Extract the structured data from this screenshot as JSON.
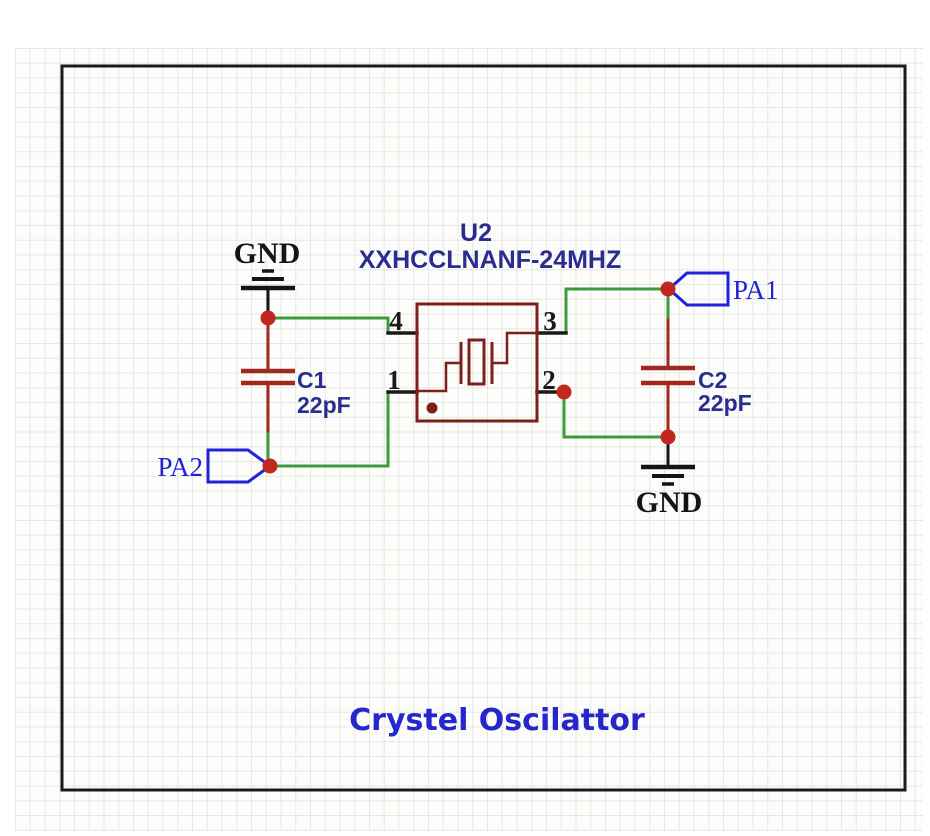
{
  "sheet": {
    "title": "Crystel Oscilattor",
    "title_color": "#2427c9",
    "border_color": "#1a1a1a",
    "background": "#fcfcfa",
    "grid_color": "#e6e6e3"
  },
  "colors": {
    "wire_green": "#3c9b3c",
    "symbol_maroon": "#7f1f1a",
    "capacitor_red": "#a1281f",
    "junction_red": "#c1271e",
    "port_blue": "#2122d8",
    "label_navy": "#2b2c90",
    "text_black": "#141414"
  },
  "crystal": {
    "refdes": "U2",
    "part": "XXHCCLNANF-24MHZ",
    "pins": [
      {
        "number": "1"
      },
      {
        "number": "2"
      },
      {
        "number": "3"
      },
      {
        "number": "4"
      }
    ]
  },
  "capacitors": [
    {
      "refdes": "C1",
      "value": "22pF"
    },
    {
      "refdes": "C2",
      "value": "22pF"
    }
  ],
  "ports": [
    {
      "name": "PA2",
      "points": "right"
    },
    {
      "name": "PA1",
      "points": "left"
    }
  ],
  "grounds": [
    {
      "label": "GND"
    },
    {
      "label": "GND"
    }
  ]
}
